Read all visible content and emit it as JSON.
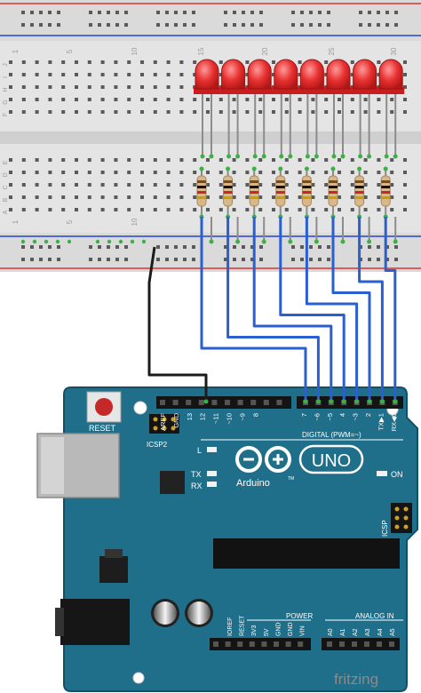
{
  "breadboard": {
    "top_columns": [
      "1",
      "5",
      "10",
      "15",
      "20",
      "25",
      "30"
    ],
    "bottom_columns": [
      "1",
      "5",
      "10"
    ],
    "upper_rows": [
      "J",
      "I",
      "H",
      "G",
      "F"
    ],
    "lower_rows": [
      "E",
      "D",
      "C",
      "B",
      "A"
    ]
  },
  "components": {
    "led_count": 8,
    "resistor_count": 8
  },
  "arduino": {
    "reset_label": "RESET",
    "icsp2_label": "ICSP2",
    "icsp_label": "ICSP",
    "led_l": "L",
    "led_tx": "TX",
    "led_rx": "RX",
    "on_label": "ON",
    "digital_label": "DIGITAL (PWM=~)",
    "brand": "Arduino",
    "tm": "TM",
    "model": "UNO",
    "power_label": "POWER",
    "analog_label": "ANALOG IN",
    "top_pins": [
      "AREF",
      "GND",
      "13",
      "12",
      "~11",
      "~10",
      "~9",
      "8",
      "7",
      "~6",
      "~5",
      "4",
      "~3",
      "2",
      "TX▶1",
      "RX◀0"
    ],
    "power_pins": [
      "IOREF",
      "RESET",
      "3V3",
      "5V",
      "GND",
      "GND",
      "VIN"
    ],
    "analog_pins": [
      "A0",
      "A1",
      "A2",
      "A3",
      "A4",
      "A5"
    ]
  },
  "footer": {
    "brand": "fritzing"
  },
  "colors": {
    "board": "#1f6f8b",
    "led": "#e83030",
    "wire_blue": "#2a5fd0",
    "wire_black": "#1b1b1b",
    "breadboard": "#e6e6e6"
  }
}
